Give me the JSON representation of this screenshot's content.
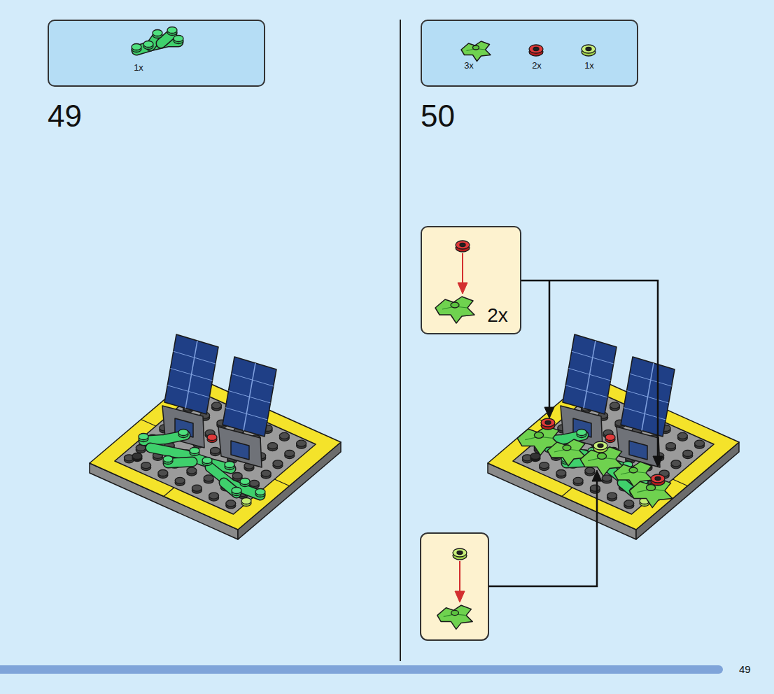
{
  "diagram": {
    "nodes": [
      {
        "text": [
          "1x"
        ]
      },
      {
        "text": [
          "3x",
          "2x",
          "1x"
        ]
      },
      {
        "text": [
          "2x"
        ]
      }
    ],
    "labels": [
      "49",
      "50",
      "49"
    ]
  }
}
